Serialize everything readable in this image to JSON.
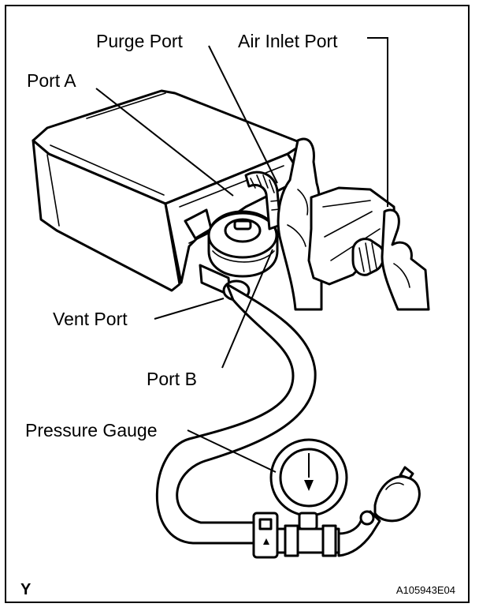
{
  "labels": {
    "purge_port": "Purge Port",
    "air_inlet_port": "Air Inlet Port",
    "port_a": "Port A",
    "vent_port": "Vent Port",
    "port_b": "Port B",
    "pressure_gauge": "Pressure Gauge"
  },
  "footer": {
    "corner_mark": "Y",
    "figure_code": "A105943E04"
  },
  "colors": {
    "ink": "#000000",
    "paper": "#ffffff"
  }
}
